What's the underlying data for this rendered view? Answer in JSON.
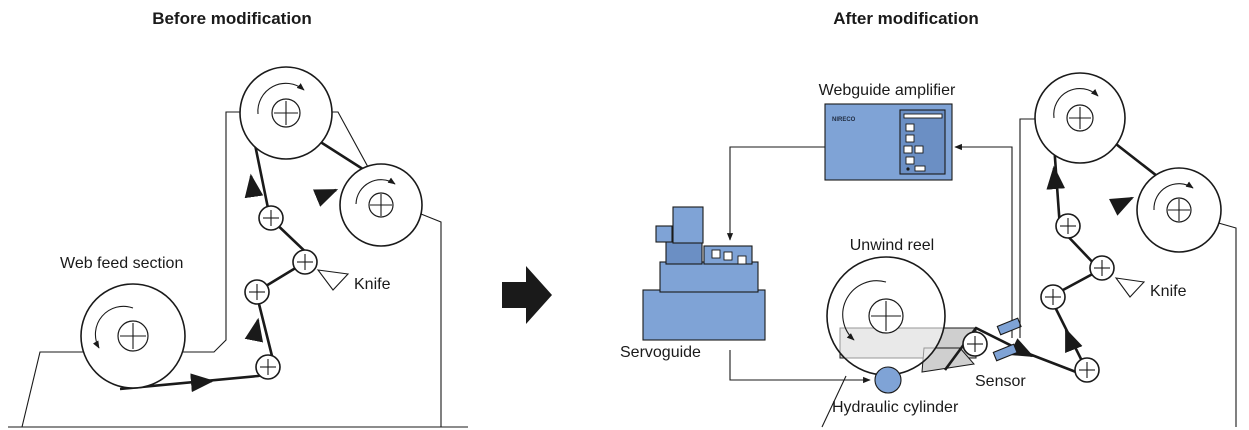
{
  "headings": {
    "before": "Before modification",
    "after": "After modification"
  },
  "labels": {
    "web_feed_section": "Web feed section",
    "knife_before": "Knife",
    "knife_after": "Knife",
    "webguide_amplifier": "Webguide amplifier",
    "unwind_reel": "Unwind reel",
    "servoguide": "Servoguide",
    "sensor": "Sensor",
    "hydraulic_cylinder": "Hydraulic cylinder"
  },
  "brand": {
    "logo_text": "NIRECO"
  },
  "icons": {
    "transition_arrow": "right-arrow-icon",
    "roll_hub": "plus-circle-icon",
    "rotation": "curved-arrow-icon"
  },
  "colors": {
    "equipment_fill": "#7fa3d6",
    "equipment_dark": "#6b8fc4",
    "frame_fill": "#cfcfcf",
    "line": "#1a1a1a"
  }
}
